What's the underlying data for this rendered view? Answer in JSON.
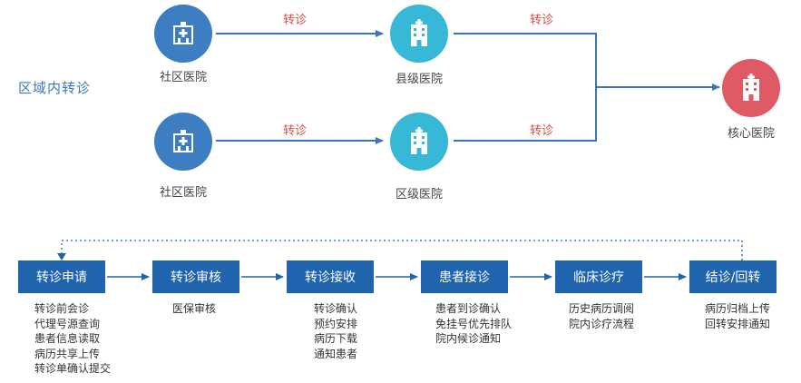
{
  "region": {
    "title": "区域内转诊"
  },
  "network": {
    "nodes": {
      "community_top": {
        "label": "社区医院",
        "color": "#3d7ec2",
        "icon": "hospital-cross-icon"
      },
      "community_bottom": {
        "label": "社区医院",
        "color": "#3d7ec2",
        "icon": "hospital-cross-icon"
      },
      "county": {
        "label": "县级医院",
        "color": "#36b8d6",
        "icon": "hospital-building-icon"
      },
      "district": {
        "label": "区级医院",
        "color": "#36b8d6",
        "icon": "hospital-building-icon"
      },
      "core": {
        "label": "核心医院",
        "color": "#e05a66",
        "icon": "hospital-building-icon"
      }
    },
    "edge_labels": {
      "top_left": "转诊",
      "top_right": "转诊",
      "bottom_left": "转诊",
      "bottom_right": "转诊"
    },
    "colors": {
      "edge": "#3b74b8",
      "edge_label": "#e0473f"
    }
  },
  "process": {
    "step_color": "#1f64ad",
    "steps": [
      {
        "label": "转诊申请",
        "details": [
          "转诊前会诊",
          "代理号源查询",
          "患者信息读取",
          "病历共享上传",
          "转诊单确认提交"
        ]
      },
      {
        "label": "转诊审核",
        "details": [
          "医保审核"
        ]
      },
      {
        "label": "转诊接收",
        "details": [
          "转诊确认",
          "预约安排",
          "病历下载",
          "通知患者"
        ]
      },
      {
        "label": "患者接诊",
        "details": [
          "患者到诊确认",
          "免挂号优先排队",
          "院内候诊通知"
        ]
      },
      {
        "label": "临床诊疗",
        "details": [
          "历史病历调阅",
          "院内诊疗流程"
        ]
      },
      {
        "label": "结诊/回转",
        "details": [
          "病历归档上传",
          "回转安排通知"
        ]
      }
    ]
  }
}
